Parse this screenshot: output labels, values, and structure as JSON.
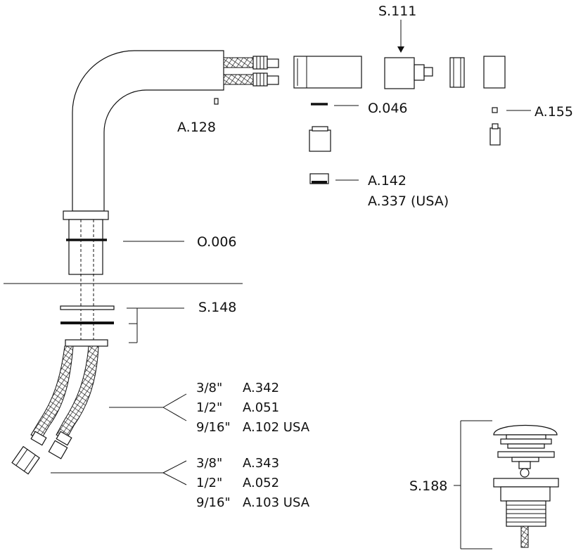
{
  "labels": {
    "s111": "S.111",
    "o046": "O.046",
    "a155": "A.155",
    "a128": "A.128",
    "a142": "A.142",
    "a337": "A.337 (USA)",
    "o006": "O.006",
    "s148": "S.148",
    "s188": "S.188"
  },
  "hose_upper": [
    {
      "size": "3/8\"",
      "code": "A.342"
    },
    {
      "size": "1/2\"",
      "code": "A.051"
    },
    {
      "size": "9/16\"",
      "code": "A.102 USA"
    }
  ],
  "hose_lower": [
    {
      "size": "3/8\"",
      "code": "A.343"
    },
    {
      "size": "1/2\"",
      "code": "A.052"
    },
    {
      "size": "9/16\"",
      "code": "A.103 USA"
    }
  ]
}
